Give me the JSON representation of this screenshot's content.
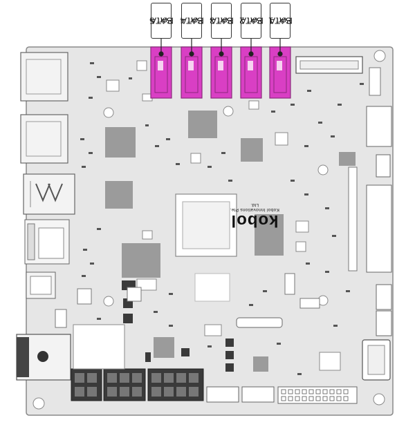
{
  "sata_ports": [
    {
      "line1": "SATA",
      "line2": "Port 5"
    },
    {
      "line1": "SATA",
      "line2": "Port 4"
    },
    {
      "line1": "SATA",
      "line2": "Port 3"
    },
    {
      "line1": "SATA",
      "line2": "Port 2"
    },
    {
      "line1": "SATA",
      "line2": "Port 1"
    }
  ],
  "board": {
    "brand": "kobol",
    "brand_subtext": "Kobol Innovations Pte. Ltd."
  },
  "colors": {
    "board": "#e6e6e6",
    "sata_highlight": "#d93fc4",
    "chip": "#9b9b9b",
    "connector_dark": "#3a3a3a"
  }
}
